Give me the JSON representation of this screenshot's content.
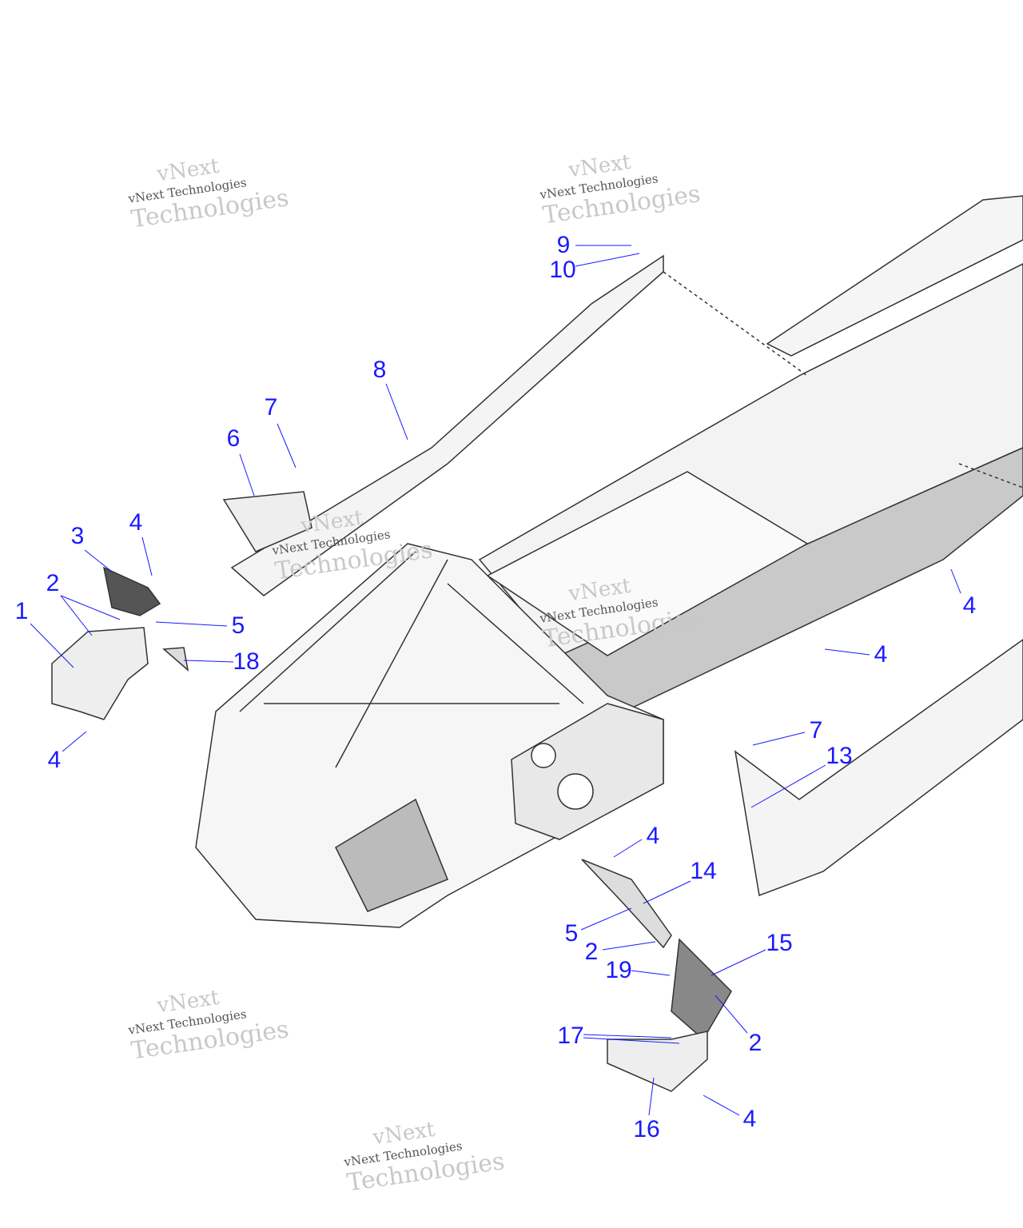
{
  "watermark": {
    "top": "vNext",
    "middle": "vNext Technologies",
    "bottom": "Technologies"
  },
  "callouts": [
    "9",
    "10",
    "8",
    "7",
    "6",
    "4",
    "3",
    "2",
    "1",
    "5",
    "18",
    "4",
    "4",
    "4",
    "7",
    "13",
    "4",
    "14",
    "5",
    "2",
    "19",
    "15",
    "2",
    "17",
    "16",
    "4"
  ],
  "colors": {
    "callout": "#1a1aff",
    "line_art": "#333333",
    "shading": "#c9c9c9"
  }
}
